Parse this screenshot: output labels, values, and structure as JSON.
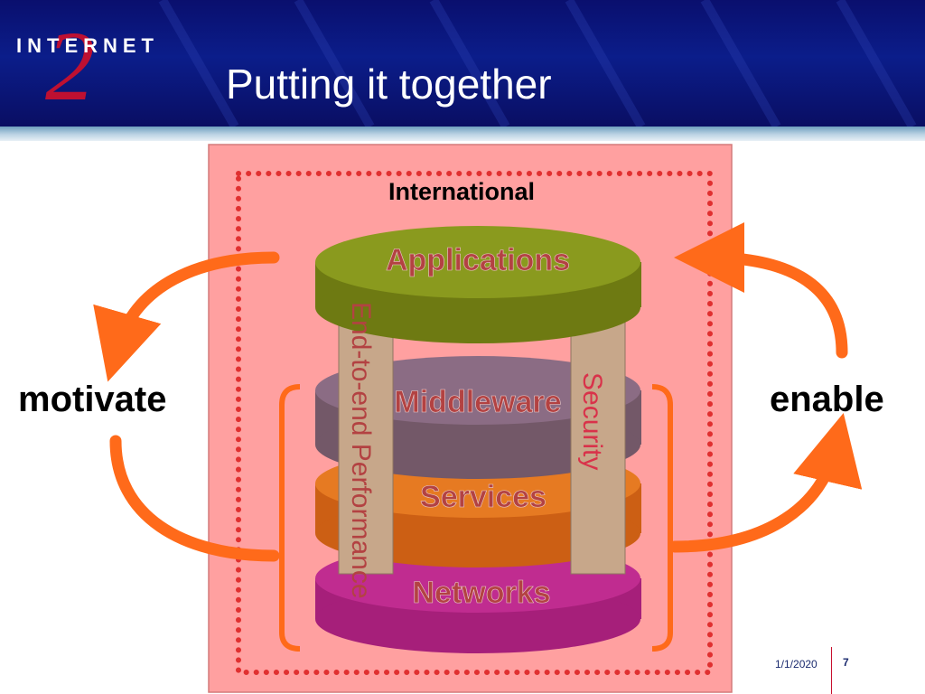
{
  "header": {
    "logo_text": "INTERNET",
    "logo_numeral": "2",
    "title": "Putting it together"
  },
  "diagram": {
    "outer_label": "International",
    "layers": [
      {
        "label": "Applications",
        "color": "#8a9a1e"
      },
      {
        "label": "Middleware",
        "color": "#8b6c84"
      },
      {
        "label": "Services",
        "color": "#e67a22"
      },
      {
        "label": "Networks",
        "color": "#c02c90"
      }
    ],
    "pillar_left_label": "End-to-end Performance",
    "pillar_right_label": "Security",
    "left_arrow_label": "motivate",
    "right_arrow_label": "enable"
  },
  "colors": {
    "arrow": "#ff6a1a",
    "box_fill": "#ffa0a0",
    "box_stroke": "#d47a7a",
    "dots": "#e03030",
    "layer_text": "#b34242"
  },
  "footer": {
    "date": "1/1/2020",
    "page": "7"
  }
}
